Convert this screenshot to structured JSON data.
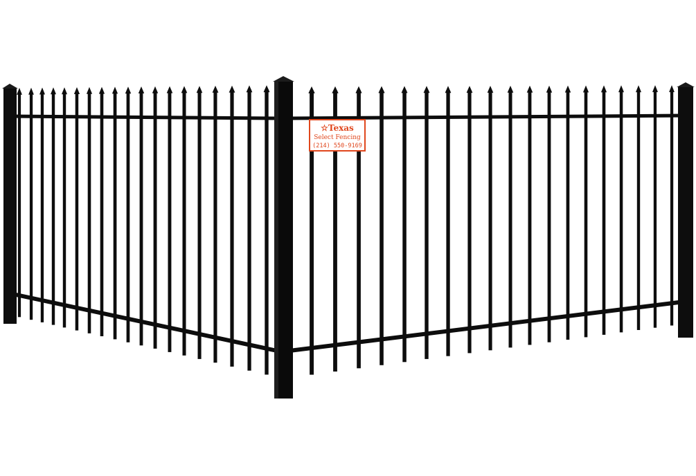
{
  "scene": {
    "description_label": "",
    "colors": {
      "background": "#ffffff",
      "metal": "#0d0d0d",
      "sign_fill": "#ffffff",
      "sign_border": "#e0461c",
      "sign_text": "#e0461c"
    }
  },
  "sign": {
    "line1": "☆Texas",
    "line2": "Select Fencing",
    "line3": "(214) 550-9169"
  }
}
